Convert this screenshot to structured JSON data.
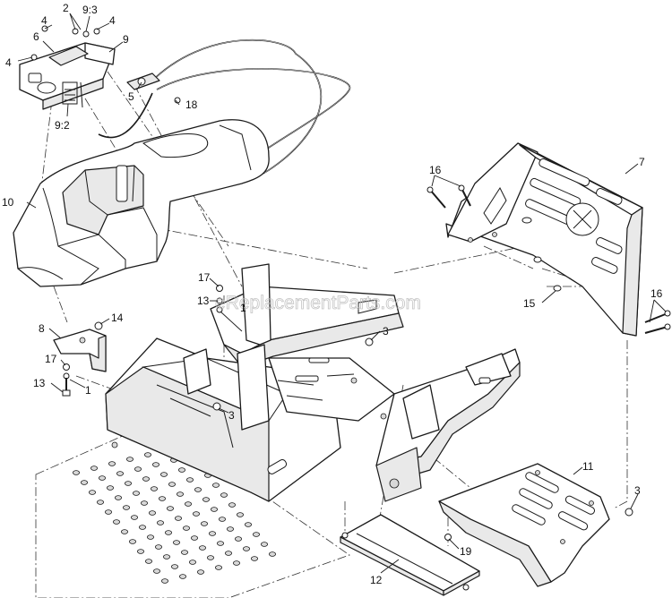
{
  "watermark": "eReplacementParts.com",
  "callouts": [
    {
      "id": "c4a",
      "label": "4"
    },
    {
      "id": "c2",
      "label": "2"
    },
    {
      "id": "c93",
      "label": "9:3"
    },
    {
      "id": "c4b",
      "label": "4"
    },
    {
      "id": "c6",
      "label": "6"
    },
    {
      "id": "c9",
      "label": "9"
    },
    {
      "id": "c4c",
      "label": "4"
    },
    {
      "id": "c5",
      "label": "5"
    },
    {
      "id": "c18",
      "label": "18"
    },
    {
      "id": "c92",
      "label": "9:2"
    },
    {
      "id": "c10",
      "label": "10"
    },
    {
      "id": "c7",
      "label": "7"
    },
    {
      "id": "c16a",
      "label": "16"
    },
    {
      "id": "c17a",
      "label": "17"
    },
    {
      "id": "c13a",
      "label": "13"
    },
    {
      "id": "c1a",
      "label": "1"
    },
    {
      "id": "c3a",
      "label": "3"
    },
    {
      "id": "c15",
      "label": "15"
    },
    {
      "id": "c16b",
      "label": "16"
    },
    {
      "id": "c8",
      "label": "8"
    },
    {
      "id": "c14",
      "label": "14"
    },
    {
      "id": "c17b",
      "label": "17"
    },
    {
      "id": "c13b",
      "label": "13"
    },
    {
      "id": "c1b",
      "label": "1"
    },
    {
      "id": "c3b",
      "label": "3"
    },
    {
      "id": "c11",
      "label": "11"
    },
    {
      "id": "c3c",
      "label": "3"
    },
    {
      "id": "c19",
      "label": "19"
    },
    {
      "id": "c12",
      "label": "12"
    }
  ]
}
